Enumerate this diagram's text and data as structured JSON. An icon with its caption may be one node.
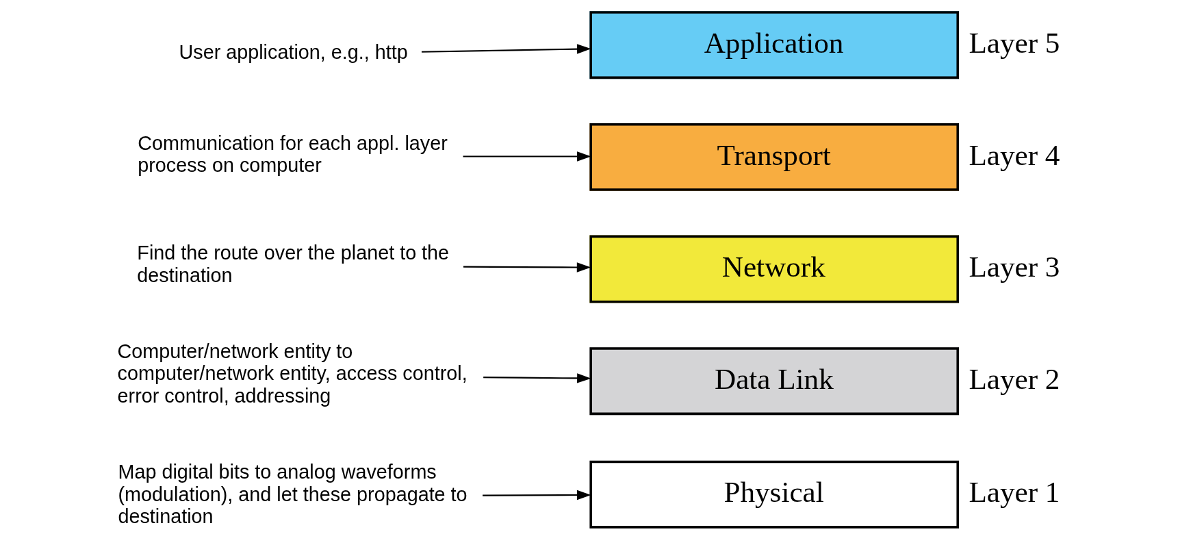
{
  "diagram": {
    "nodes": [
      {
        "text": [
          "User application, e.g., http"
        ]
      },
      {
        "text": [
          "Application"
        ],
        "beside": [
          "Layer 5"
        ]
      },
      {
        "text": [
          "Communication for each appl. layer process on computer"
        ]
      },
      {
        "text": [
          "Transport"
        ],
        "beside": [
          "Layer 4"
        ]
      },
      {
        "text": [
          "Find the route over the planet to the destination"
        ]
      },
      {
        "text": [
          "Network"
        ],
        "beside": [
          "Layer 3"
        ]
      },
      {
        "text": [
          "Computer/network entity to computer/network entity, access control, error control, addressing"
        ]
      },
      {
        "text": [
          "Data Link"
        ],
        "beside": [
          "Layer 2"
        ]
      },
      {
        "text": [
          "Map digital bits to analog waveforms (modulation), and let these propagate to destination"
        ]
      },
      {
        "text": [
          "Physical"
        ],
        "beside": [
          "Layer 1"
        ]
      }
    ],
    "edges": [
      {
        "from": 0,
        "to": 1,
        "arrow": "to"
      },
      {
        "from": 2,
        "to": 3,
        "arrow": "to"
      },
      {
        "from": 4,
        "to": 5,
        "arrow": "to"
      },
      {
        "from": 6,
        "to": 7,
        "arrow": "to"
      },
      {
        "from": 8,
        "to": 9,
        "arrow": "to"
      }
    ]
  }
}
